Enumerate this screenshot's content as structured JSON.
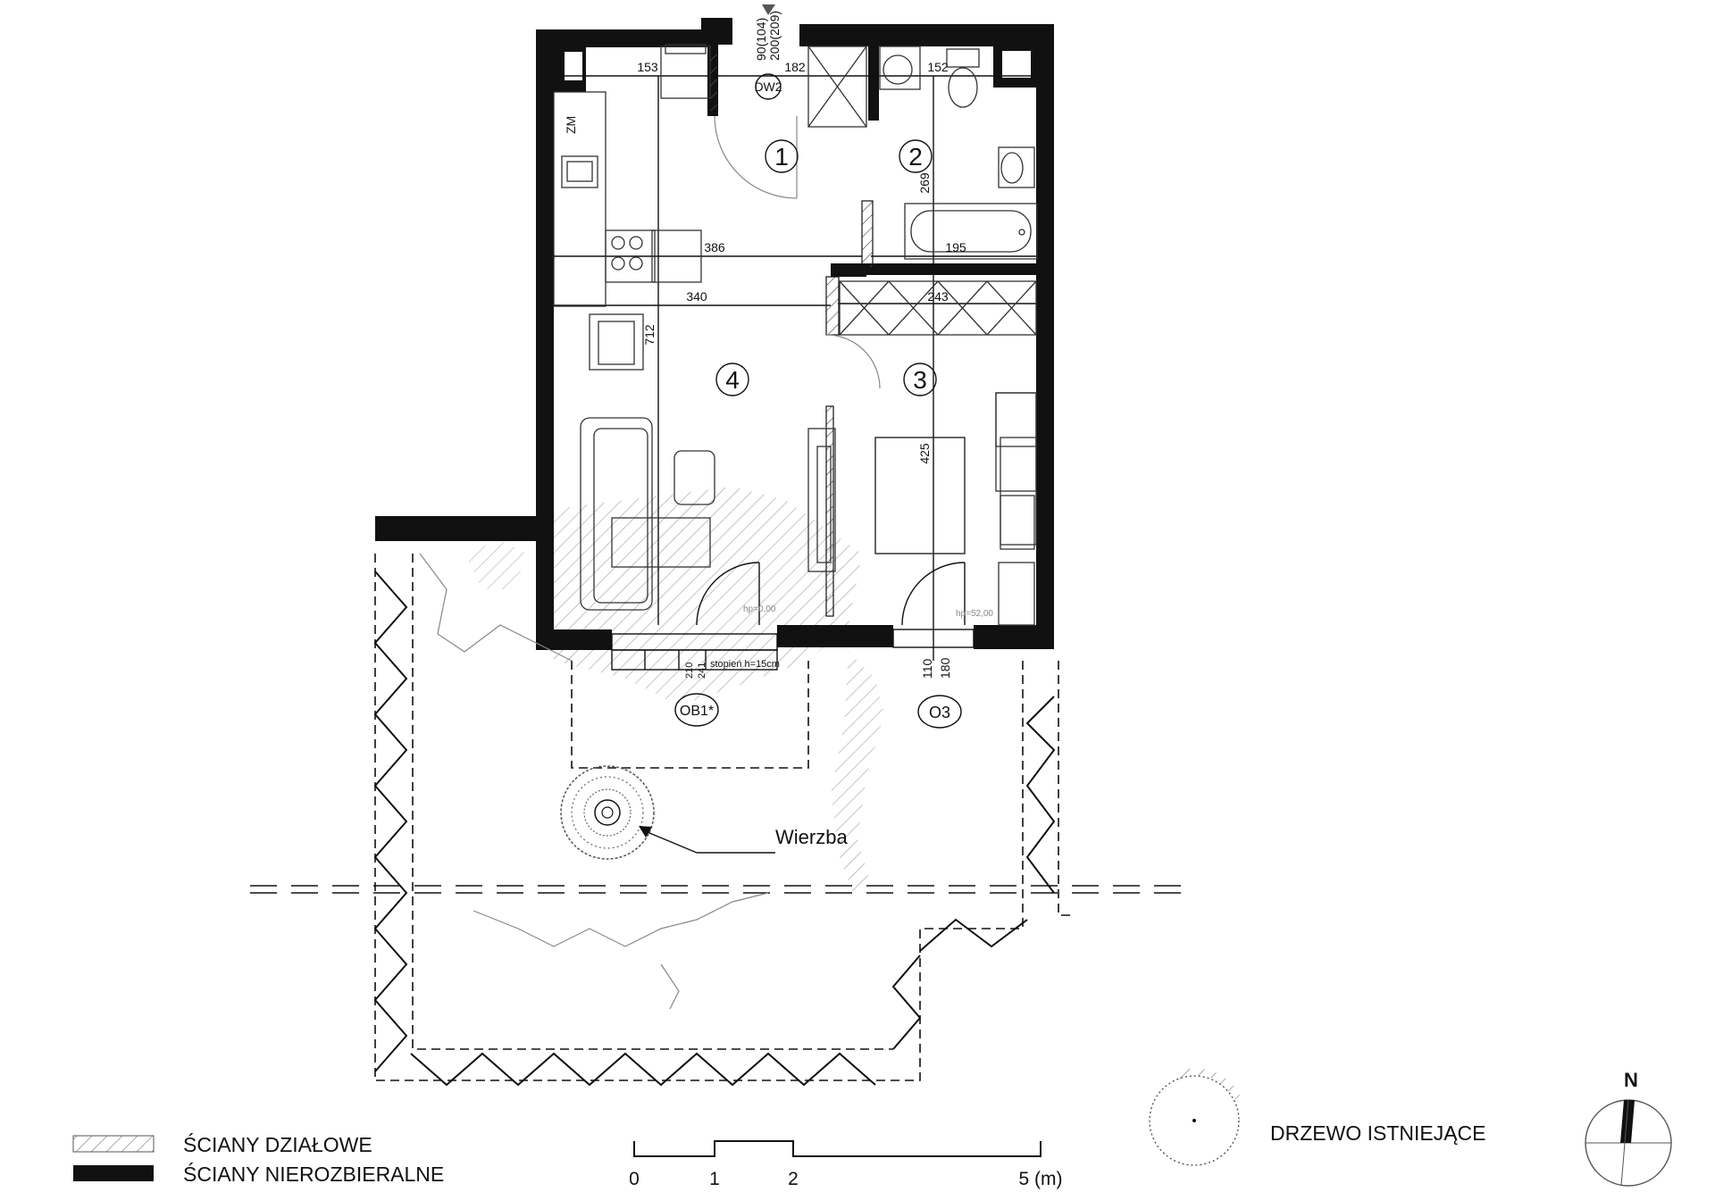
{
  "rooms": [
    {
      "number": "1"
    },
    {
      "number": "2"
    },
    {
      "number": "3"
    },
    {
      "number": "4"
    }
  ],
  "dimensions": {
    "d153": "153",
    "d182": "182",
    "d152": "152",
    "d386": "386",
    "d195": "195",
    "d340": "340",
    "d243": "243",
    "d269": "269",
    "d712": "712",
    "d425": "425",
    "door_top_a": "90(104)",
    "door_top_b": "200(209)",
    "ob_a": "210",
    "ob_b": "241",
    "o3_a": "110",
    "o3_b": "180",
    "step": "stopień h=15cm",
    "hp_left": "hp=0,00",
    "hp_right": "hp=52,00"
  },
  "tags": {
    "door_dw2": "DW2",
    "window_ob1": "OB1*",
    "window_o3": "O3",
    "zm": "ZM"
  },
  "annotations": {
    "tree_label": "Wierzba"
  },
  "legend": {
    "partition_walls": "ŚCIANY DZIAŁOWE",
    "load_bearing_walls": "ŚCIANY NIEROZBIERALNE",
    "existing_tree": "DRZEWO ISTNIEJĄCE"
  },
  "scale_bar": {
    "labels": [
      "0",
      "1",
      "2",
      "5 (m)"
    ]
  },
  "north_arrow": {
    "label": "N"
  },
  "colors": {
    "walls": "#111111",
    "background": "#ffffff",
    "hatch": "#777777"
  }
}
